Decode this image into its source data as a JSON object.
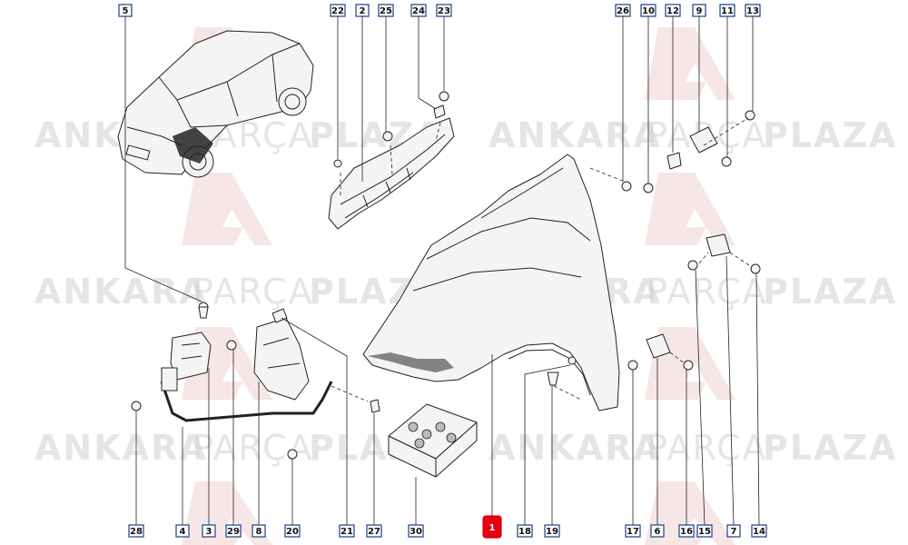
{
  "watermark": {
    "word1": "ANKARA",
    "word2": "PARÇA",
    "word3": "PLAZA"
  },
  "callouts": [
    {
      "id": "c5",
      "label": "5"
    },
    {
      "id": "c22",
      "label": "22"
    },
    {
      "id": "c2",
      "label": "2"
    },
    {
      "id": "c25",
      "label": "25"
    },
    {
      "id": "c24",
      "label": "24"
    },
    {
      "id": "c23",
      "label": "23"
    },
    {
      "id": "c26",
      "label": "26"
    },
    {
      "id": "c10",
      "label": "10"
    },
    {
      "id": "c12",
      "label": "12"
    },
    {
      "id": "c9",
      "label": "9"
    },
    {
      "id": "c11",
      "label": "11"
    },
    {
      "id": "c13",
      "label": "13"
    },
    {
      "id": "c28",
      "label": "28"
    },
    {
      "id": "c4",
      "label": "4"
    },
    {
      "id": "c3",
      "label": "3"
    },
    {
      "id": "c29",
      "label": "29"
    },
    {
      "id": "c8",
      "label": "8"
    },
    {
      "id": "c20",
      "label": "20"
    },
    {
      "id": "c21",
      "label": "21"
    },
    {
      "id": "c27",
      "label": "27"
    },
    {
      "id": "c30",
      "label": "30"
    },
    {
      "id": "c1",
      "label": "1",
      "highlight": true
    },
    {
      "id": "c18",
      "label": "18"
    },
    {
      "id": "c19",
      "label": "19"
    },
    {
      "id": "c17",
      "label": "17"
    },
    {
      "id": "c6",
      "label": "6"
    },
    {
      "id": "c16",
      "label": "16"
    },
    {
      "id": "c15",
      "label": "15"
    },
    {
      "id": "c7",
      "label": "7"
    },
    {
      "id": "c14",
      "label": "14"
    }
  ],
  "colors": {
    "callout_border": "#1a3f8a",
    "highlight": "#e3000f",
    "watermark": "#d0d0d0"
  }
}
